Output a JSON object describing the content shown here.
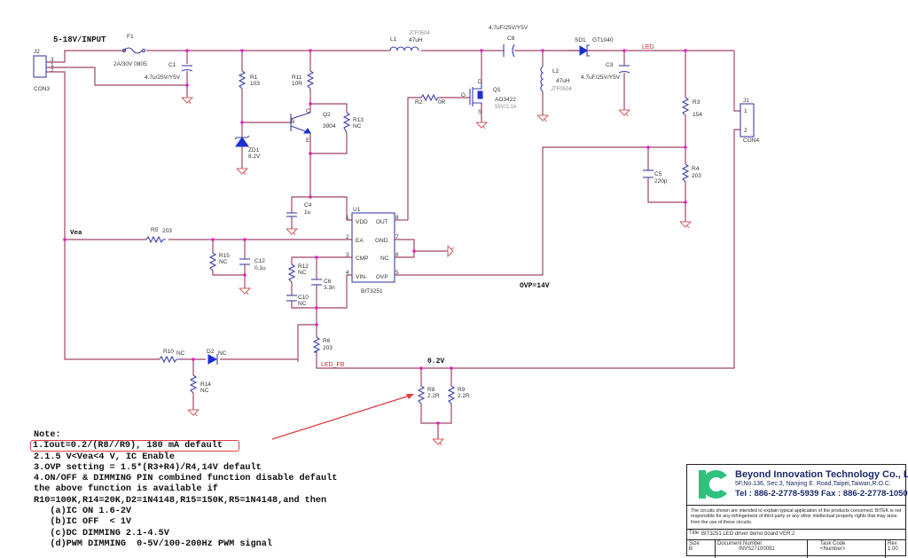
{
  "schematic": {
    "input_label": "5-18V/INPUT",
    "net_labels": {
      "vea": "Vea",
      "led": "LED",
      "led_fb": "LED_FB",
      "ovp": "OVP=14V",
      "sense_voltage": "0.2V"
    },
    "connectors": [
      {
        "ref": "J2",
        "type": "CON3",
        "pins": [
          "3",
          "1",
          "2"
        ]
      },
      {
        "ref": "J1",
        "type": "CON4",
        "pins": [
          "1",
          "2"
        ]
      }
    ],
    "components": {
      "F1": {
        "ref": "F1",
        "value": "2A/30V 0805"
      },
      "C1": {
        "ref": "C1",
        "value": "4.7u/25V/Y5V"
      },
      "R1": {
        "ref": "R1",
        "value": "103"
      },
      "ZD1": {
        "ref": "ZD1",
        "value": "8.2V"
      },
      "R11": {
        "ref": "R11",
        "value": "10R"
      },
      "Q2": {
        "ref": "Q2",
        "value": "3904",
        "pins": [
          "B",
          "C",
          "E"
        ]
      },
      "R13": {
        "ref": "R13",
        "value": "NC"
      },
      "L1": {
        "ref": "L1",
        "value": "47uH",
        "part": "JTF0504"
      },
      "C8": {
        "ref": "C8",
        "value": "4.7uF/25V/Y5V"
      },
      "Q1": {
        "ref": "Q1",
        "value": "AO3422",
        "rating": "55V/2.1A",
        "pins": [
          "G",
          "D",
          "S"
        ]
      },
      "R2": {
        "ref": "R2",
        "value": "0R"
      },
      "L2": {
        "ref": "L2",
        "value": "47uH",
        "part": "JTF0504"
      },
      "SD1": {
        "ref": "SD1",
        "value": "GT1040"
      },
      "C3": {
        "ref": "C3",
        "value": "4.7uF/25V/Y5V"
      },
      "R3": {
        "ref": "R3",
        "value": "154"
      },
      "R4": {
        "ref": "R4",
        "value": "203"
      },
      "C5": {
        "ref": "C5",
        "value": "220p"
      },
      "C4": {
        "ref": "C4",
        "value": "1u"
      },
      "R5": {
        "ref": "R5",
        "value": "203"
      },
      "R15": {
        "ref": "R15",
        "value": "NC"
      },
      "C12": {
        "ref": "C12",
        "value": "0.1u"
      },
      "R12": {
        "ref": "R12",
        "value": "NC"
      },
      "C6": {
        "ref": "C6",
        "value": "3.3n"
      },
      "C10": {
        "ref": "C10",
        "value": "NC"
      },
      "R6": {
        "ref": "R6",
        "value": "203"
      },
      "R10": {
        "ref": "R10",
        "value": "NC"
      },
      "D2": {
        "ref": "D2",
        "value": "NC"
      },
      "R14": {
        "ref": "R14",
        "value": "NC"
      },
      "R8": {
        "ref": "R8",
        "value": "2.2R"
      },
      "R9": {
        "ref": "R9",
        "value": "2.2R"
      }
    },
    "ic": {
      "ref": "U1",
      "part": "BIT3251",
      "left_pins": [
        {
          "num": "1",
          "name": "VDD"
        },
        {
          "num": "2",
          "name": "EA"
        },
        {
          "num": "3",
          "name": "CMP"
        },
        {
          "num": "4",
          "name": "VIN-"
        }
      ],
      "right_pins": [
        {
          "num": "8",
          "name": "OUT"
        },
        {
          "num": "7",
          "name": "GND"
        },
        {
          "num": "6",
          "name": "NC"
        },
        {
          "num": "5",
          "name": "OVP"
        }
      ]
    }
  },
  "notes": {
    "heading": "Note:",
    "lines": [
      "1.Iout=0.2/(R8//R9), 180 mA default",
      "2.1.5 V<Vea<4 V, IC Enable",
      "3.OVP setting = 1.5*(R3+R4)/R4,14V default",
      "4.ON/OFF & DIMMING PIN combined function disable default",
      "the above function is available if",
      "R10=100K,R14=20K,D2=1N4148,R15=150K,R5=1N4148,and then",
      "   (a)IC ON 1.6-2V",
      "   (b)IC OFF  < 1V",
      "   (c)DC DIMMING 2.1-4.5V",
      "   (d)PWM DIMMING  0-5V/100-200Hz PWM signal"
    ]
  },
  "title_block": {
    "company": "Beyond Innovation Technology Co., LTD.",
    "address": "5F,No.136, Sec.3, Nanjing E. Road,Taipei,Taiwan,R.O.C.",
    "phone": "Tel : 886-2-2778-5939  Fax : 886-2-2778-1050",
    "disclaimer": "The circuits shown are intended to explain typical application of the products concerned. BITEK is not responsible for any infringement of third party or any other intellectual property rights that may arise from the use of these circuits.",
    "title_key": "Title",
    "title": "BIT3251 LED driver demo board VER.2",
    "size_key": "Size",
    "size": "B",
    "doc_number_key": "Document Number",
    "doc_number": "INVS27100091",
    "task_code_key": "Task Code",
    "task_code": "<Number>",
    "rev_key": "Rev",
    "rev": "1.00"
  },
  "colors": {
    "wire": "#a0456a",
    "component": "#3f3fae",
    "junction": "#e020c0",
    "highlight": "#e04040",
    "logo": "#2ec27e"
  }
}
